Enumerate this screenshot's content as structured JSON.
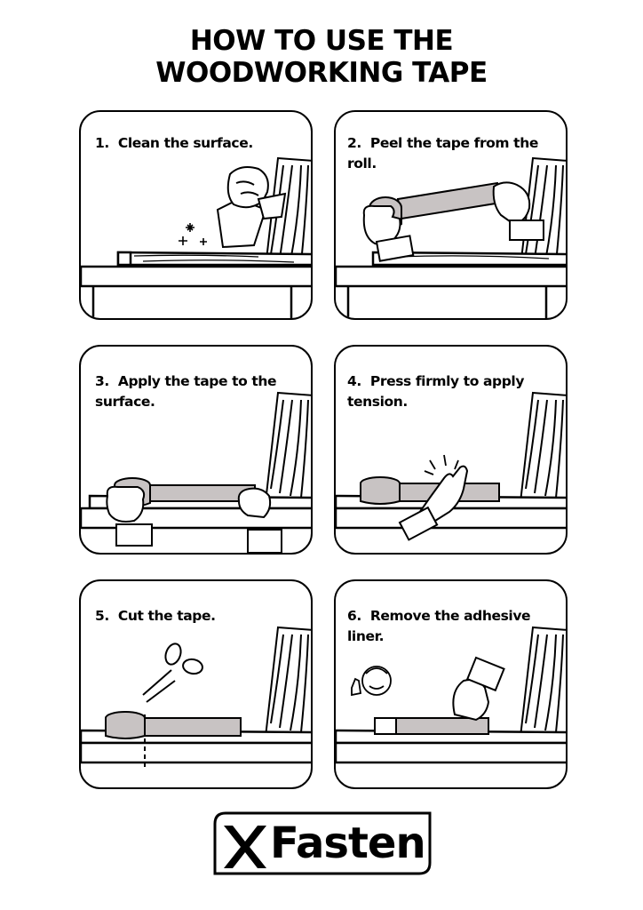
{
  "title": {
    "line1": "HOW TO USE THE",
    "line2": "WOODWORKING TAPE"
  },
  "steps": [
    {
      "number": "1.",
      "text": "Clean the surface."
    },
    {
      "number": "2.",
      "text": "Peel the tape from the roll."
    },
    {
      "number": "3.",
      "text": "Apply the tape to the surface."
    },
    {
      "number": "4.",
      "text": "Press firmly to apply tension."
    },
    {
      "number": "5.",
      "text": "Cut the tape."
    },
    {
      "number": "6.",
      "text": "Remove the adhesive liner."
    }
  ],
  "brand": {
    "logo_mark": "X",
    "name": "Fasten"
  },
  "colors": {
    "ink": "#000000",
    "tape": "#c8c3c3",
    "background": "#ffffff"
  },
  "icons": [
    "cloth-icon",
    "sparkle-icon",
    "hand-icon",
    "tape-roll-icon",
    "scissors-icon",
    "person-thumbs-up-icon",
    "wood-board-icon"
  ]
}
